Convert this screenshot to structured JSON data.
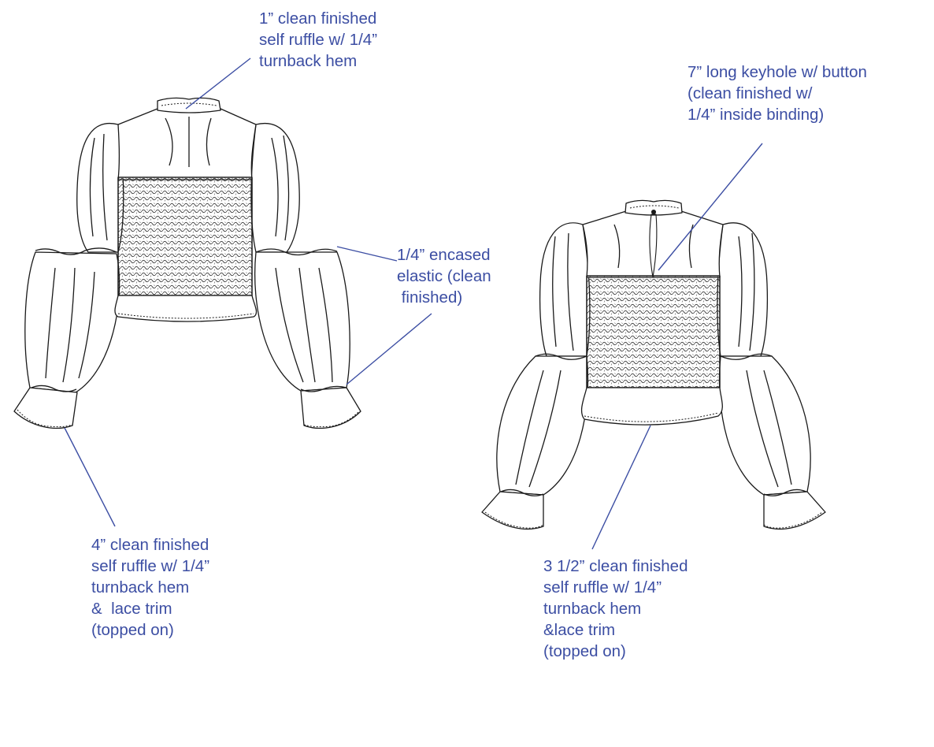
{
  "annotations": {
    "neck_ruffle": {
      "lines": [
        "1” clean finished",
        "self ruffle w/ 1/4”",
        "turnback hem"
      ]
    },
    "keyhole": {
      "lines": [
        "7” long keyhole w/ button",
        "(clean finished w/",
        "1/4” inside binding)"
      ]
    },
    "elastic": {
      "lines": [
        "1/4” encased",
        "elastic (clean",
        " finished)"
      ]
    },
    "sleeve_ruffle": {
      "lines": [
        "4” clean finished",
        "self ruffle w/ 1/4”",
        "turnback hem",
        "&  lace trim",
        "(topped on)"
      ]
    },
    "hem_ruffle": {
      "lines": [
        "3 1/2” clean finished",
        "self ruffle w/ 1/4”",
        "turnback hem",
        "&lace trim",
        "(topped on)"
      ]
    }
  },
  "colors": {
    "annotation": "#3c4ea3",
    "sketch": "#1a1a1a",
    "background": "#ffffff"
  }
}
